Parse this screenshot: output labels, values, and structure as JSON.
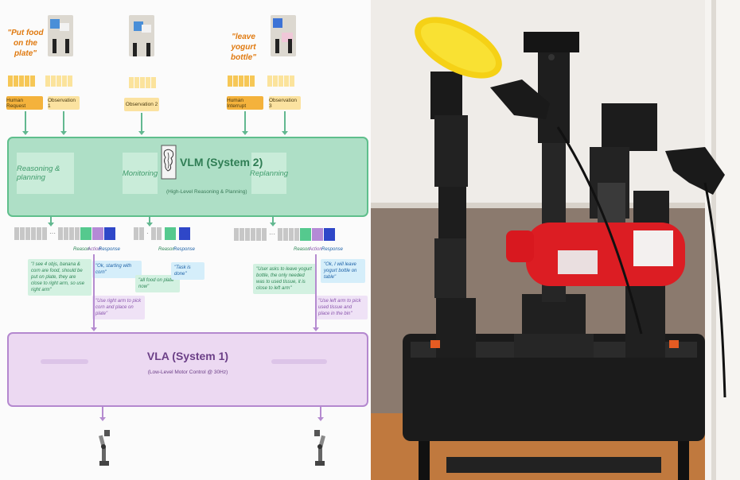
{
  "colors": {
    "vlm_border": "#5fbf8c",
    "vlm_fill": "#aedfc6",
    "vla_border": "#b488cf",
    "vla_fill": "#ecd9f2",
    "instruction_text": "#e07a10",
    "reason_block": "#55c98e",
    "action_block": "#b48ad6",
    "response_block": "#2f47c8"
  },
  "inputs": {
    "instruction_1": "\"Put food on the plate\"",
    "instruction_2": "\"leave yogurt bottle\"",
    "tags": [
      "Human Request",
      "Observation 1",
      "Observation 2",
      "Human Interrupt",
      "Observation 3"
    ]
  },
  "vlm": {
    "title": "VLM (System 2)",
    "subtitle": "(High-Level Reasoning & Planning)",
    "modes": [
      "Reasoning & planning",
      "Monitoring",
      "Replanning"
    ],
    "icon": "brain-icon"
  },
  "outputs": {
    "labels": {
      "reason": "Reason",
      "action": "Action",
      "response": "Response"
    },
    "bubbles": {
      "reason_1": "\"I see 4 objs, banana & corn are food, should be put on plate, they are close to right arm, so use right arm\"",
      "response_1": "\"Ok, starting with corn\"",
      "action_1": "\"Use right arm to pick corn and place on plate\"",
      "reason_2": "\"all food on plate now\"",
      "response_2": "\"Task is done\"",
      "reason_3": "\"User asks to leave yogurt bottle, the only needed was to used tissue, it is close to left arm\"",
      "response_3": "\"Ok, I will leave yogurt bottle on table\"",
      "action_3": "\"Use left arm to pick used tissue and place in the bin\""
    }
  },
  "vla": {
    "title": "VLA (System 1)",
    "subtitle": "(Low-Level Motor Control @ 30Hz)"
  },
  "photo": {
    "alt": "dual-arm robot holding a corn toy and a red yogurt bottle"
  }
}
